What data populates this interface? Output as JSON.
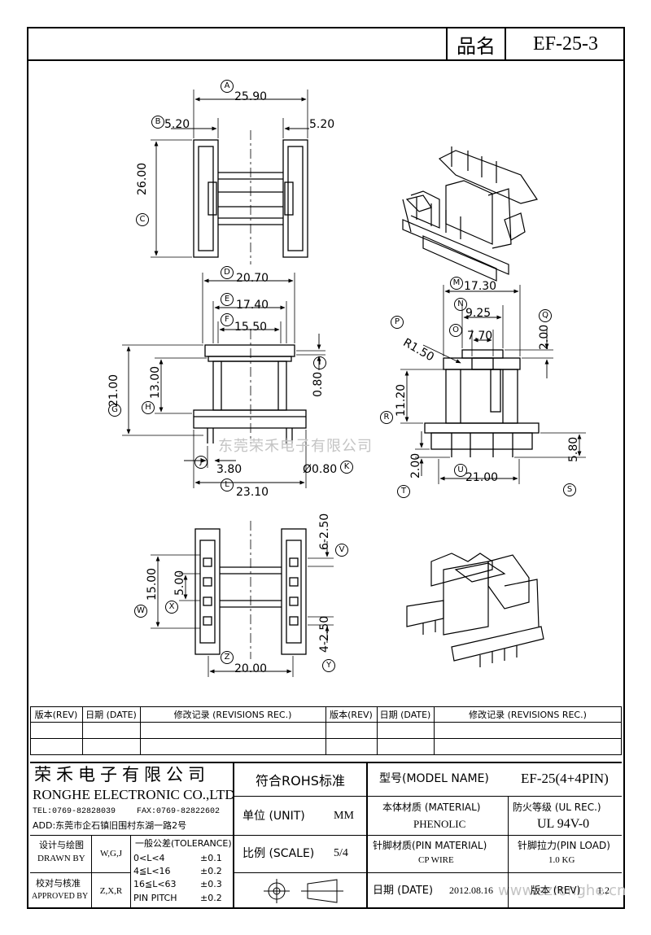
{
  "header": {
    "part_label": "品名",
    "part_value": "EF-25-3"
  },
  "watermark": {
    "company": "东莞荣禾电子有限公司",
    "url": "www.szronghe.cn"
  },
  "dimensions": {
    "A": {
      "letter": "A",
      "value": "25.90"
    },
    "B": {
      "letter": "B",
      "value": "5.20"
    },
    "B2": {
      "value": "5.20"
    },
    "C": {
      "letter": "C",
      "value": "26.00"
    },
    "D": {
      "letter": "D",
      "value": "20.70"
    },
    "E": {
      "letter": "E",
      "value": "17.40"
    },
    "F": {
      "letter": "F",
      "value": "15.50"
    },
    "G": {
      "letter": "G",
      "value": "21.00"
    },
    "H": {
      "letter": "H",
      "value": "13.00"
    },
    "I": {
      "letter": "I",
      "value": "0.80"
    },
    "J": {
      "letter": "J",
      "value": "3.80"
    },
    "K": {
      "letter": "K",
      "value": "Ø0.80"
    },
    "L": {
      "letter": "L",
      "value": "23.10"
    },
    "M": {
      "letter": "M",
      "value": "17.30"
    },
    "N": {
      "letter": "N",
      "value": "9.25"
    },
    "O": {
      "letter": "O",
      "value": "7.70"
    },
    "P": {
      "letter": "P",
      "value": "R1.50"
    },
    "Q": {
      "letter": "Q",
      "value": "2.00"
    },
    "R": {
      "letter": "R",
      "value": "11.20"
    },
    "S": {
      "letter": "S",
      "value": "5.80"
    },
    "T": {
      "letter": "T",
      "value": "2.00"
    },
    "U": {
      "letter": "U",
      "value": "21.00"
    },
    "V": {
      "letter": "V",
      "value": "6-2.50"
    },
    "W": {
      "letter": "W",
      "value": "15.00"
    },
    "X": {
      "letter": "X",
      "value": "5.00"
    },
    "Y": {
      "letter": "Y",
      "value": "4-2.50"
    },
    "Z": {
      "letter": "Z",
      "value": "20.00"
    }
  },
  "revisions": {
    "headers": [
      "版本(REV)",
      "日期 (DATE)",
      "修改记录 (REVISIONS REC.)",
      "版本(REV)",
      "日期 (DATE)",
      "修改记录 (REVISIONS REC.)"
    ]
  },
  "title_block": {
    "company_cn": "荣禾电子有限公司",
    "company_en": "RONGHE ELECTRONIC CO.,LTD",
    "tel": "TEL:0769-82828039",
    "fax": "FAX:0769-82822602",
    "address": "ADD:东莞市企石镇旧围村东湖一路2号",
    "rohs": "符合ROHS标准",
    "model_label": "型号(MODEL NAME)",
    "model_value": "EF-25(4+4PIN)",
    "unit_label": "单位 (UNIT)",
    "unit_value": "MM",
    "material_label": "本体材质 (MATERIAL)",
    "material_value": "PHENOLIC",
    "fire_label": "防火等级 (UL REC.)",
    "fire_value": "UL 94V-0",
    "scale_label": "比例 (SCALE)",
    "scale_value": "5/4",
    "pin_material_label": "针脚材质(PIN MATERIAL)",
    "pin_material_value": "CP WIRE",
    "pin_load_label": "针脚拉力(PIN LOAD)",
    "pin_load_value": "1.0 KG",
    "drawn_label_cn": "设计与绘图",
    "drawn_label_en": "DRAWN BY",
    "drawn_value": "W,G,J",
    "approved_label_cn": "校对与核准",
    "approved_label_en": "APPROVED BY",
    "approved_value": "Z,X,R",
    "tolerance_title": "一般公差(TOLERANCE)",
    "tolerance_rows": [
      {
        "range": "0<L<4",
        "tol": "±0.1"
      },
      {
        "range": "4≦L<16",
        "tol": "±0.2"
      },
      {
        "range": "16≦L<63",
        "tol": "±0.3"
      },
      {
        "range": "PIN PITCH",
        "tol": "±0.2"
      }
    ],
    "date_label": "日期 (DATE)",
    "date_value": "2012.08.16",
    "rev_label": "版本 (REV)",
    "rev_value": "1.2"
  }
}
